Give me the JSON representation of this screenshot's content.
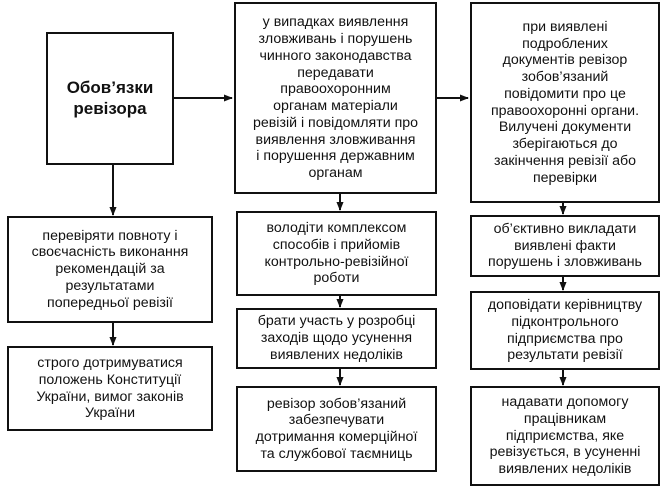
{
  "main_box": {
    "label": "Обов’язки\nревізора"
  },
  "left_column": [
    {
      "text": "перевіряти повноту і\nсвоєчасність виконання\nрекомендацій за\nрезультатами\nпопередньої ревізії"
    },
    {
      "text": "строго дотримуватися\nположень Конституції\nУкраїни, вимог законів\nУкраїни"
    }
  ],
  "middle_column": [
    {
      "text": "у випадках виявлення\nзловживань і порушень\nчинного законодавства\nпередавати\nправоохоронним\nорганам матеріали\nревізій і повідомляти про\nвиявлення зловживання\nі порушення державним\nорганам"
    },
    {
      "text": "володіти комплексом\nспособів і прийомів\nконтрольно-ревізійної\nроботи"
    },
    {
      "text": "брати участь у розробці\nзаходів щодо усунення\nвиявлених недоліків"
    },
    {
      "text": "ревізор зобов’язаний\nзабезпечувати\nдотримання комерційної\nта службової таємниць"
    }
  ],
  "right_column": [
    {
      "text": "при виявлені\nподроблених\nдокументів ревізор\nзобов’язаний\nповідомити про це\nправоохоронні органи.\nВилучені документи\nзберігаються до\nзакінчення ревізії або\nперевірки"
    },
    {
      "text": "об’єктивно викладати\nвиявлені факти\nпорушень і зловживань"
    },
    {
      "text": "доповідати керівництву\nпідконтрольного\nпідприємства про\nрезультати ревізії"
    },
    {
      "text": "надавати допомогу\nпрацівникам\nпідприємства, яке\nревізується, в усуненні\nвиявлених недоліків"
    }
  ]
}
